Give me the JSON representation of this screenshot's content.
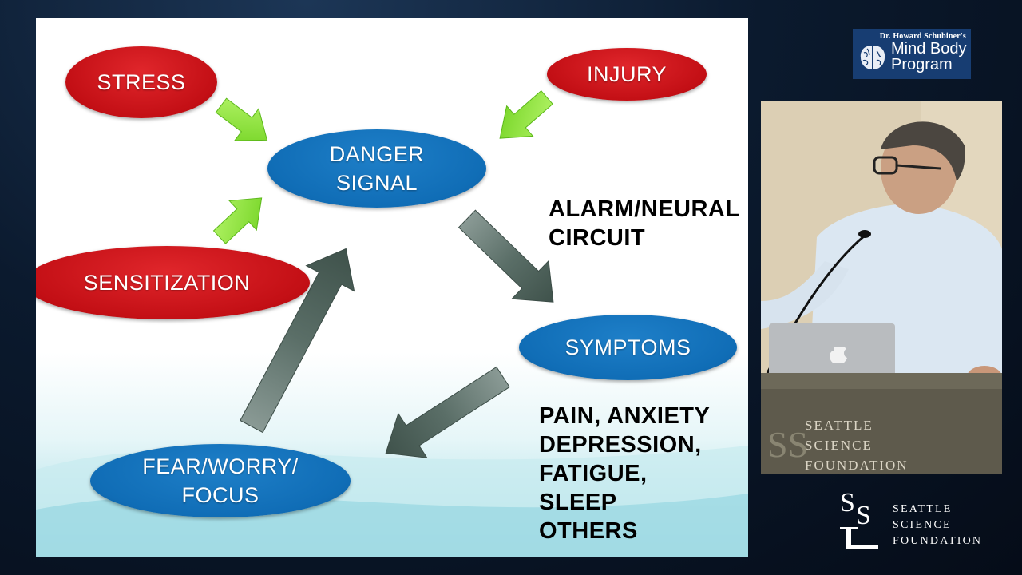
{
  "slide": {
    "nodes": {
      "stress": "STRESS",
      "injury": "INJURY",
      "danger": "DANGER\nSIGNAL",
      "sensitization": "SENSITIZATION",
      "symptoms": "SYMPTOMS",
      "fear": "FEAR/WORRY/\nFOCUS"
    },
    "labels": {
      "alarm": "ALARM/NEURAL\nCIRCUIT",
      "symptom_list": "PAIN, ANXIETY\nDEPRESSION,\nFATIGUE,\nSLEEP\nOTHERS"
    },
    "colors": {
      "red_node": "#c30f15",
      "blue_node": "#106db6",
      "green_arrow": "#8fe83a",
      "gray_arrow": "#4a5f58"
    }
  },
  "branding": {
    "program_top": "Dr. Howard Schubiner's",
    "program_name": "Mind Body\nProgram",
    "podium_text": "SEATTLE\nSCIENCE\nFOUNDATION",
    "foundation_text": "SEATTLE\nSCIENCE\nFOUNDATION"
  },
  "icons": {
    "brain": "brain-icon",
    "laptop_logo": "apple-icon"
  }
}
